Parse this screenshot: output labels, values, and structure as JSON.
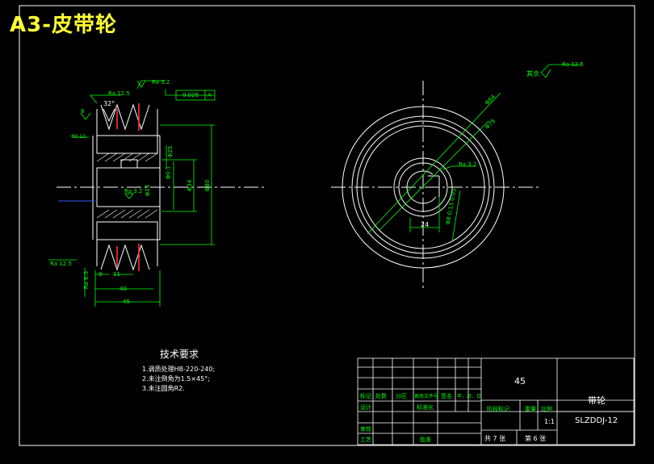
{
  "sheet_title": "A3-皮带轮",
  "colors": {
    "background": "#000000",
    "border": "#ffffff",
    "geometry": "#ffffff",
    "dimension": "#00ff00",
    "section_line": "#ff3333",
    "centerline": "#ffffff",
    "title_text": "#ffff33",
    "blue_line": "#3355ff"
  },
  "left_view": {
    "roughness": [
      "Ra 12.5",
      "Ra 3.2",
      "Ra 3.2",
      "Ra 12.5",
      "Ra 6.3"
    ],
    "geometric_tolerance": [
      "0.025",
      "A"
    ],
    "labels": {
      "angle": "32°",
      "d1": "8",
      "d2": "Φ0.13",
      "d3": "Φ0.1",
      "d4": "Φ24",
      "d5": "Φ34",
      "d6": "Φ80",
      "d7": "Φ25",
      "w1": "9",
      "w2": "11",
      "w3": "40",
      "w4": "45",
      "note1": "Φ80",
      "note2": "0.3"
    }
  },
  "right_view": {
    "roughness": [
      "Ra 3.2"
    ],
    "labels": {
      "dia_outer": "Φ84",
      "dia_inner": "Φ79",
      "keyway_width": "24",
      "keyway_depth": "Φ8 0.13 0.05",
      "other": "其余",
      "other_ra": "Ra 12.5"
    }
  },
  "tech_requirements": {
    "heading": "技术要求",
    "items": [
      "1.调质处理HB-220-240;",
      "2.未注倒角为1.5×45°;",
      "3.未注圆角R2."
    ]
  },
  "title_block": {
    "material": "45",
    "part_name": "带轮",
    "drawing_no": "SLZDDJ-12",
    "scale_label": "比例",
    "scale": "1:1",
    "weight_label": "重量",
    "stage_label": "阶段标记",
    "sheets": "共  7  张",
    "sheet_no": "第  6  张",
    "row_labels": [
      "标记",
      "处数",
      "分区",
      "更改文件号",
      "签名",
      "年、月、日"
    ],
    "design": "设计",
    "standardize": "标准化",
    "review": "审核",
    "process": "工艺",
    "approve": "批准"
  }
}
